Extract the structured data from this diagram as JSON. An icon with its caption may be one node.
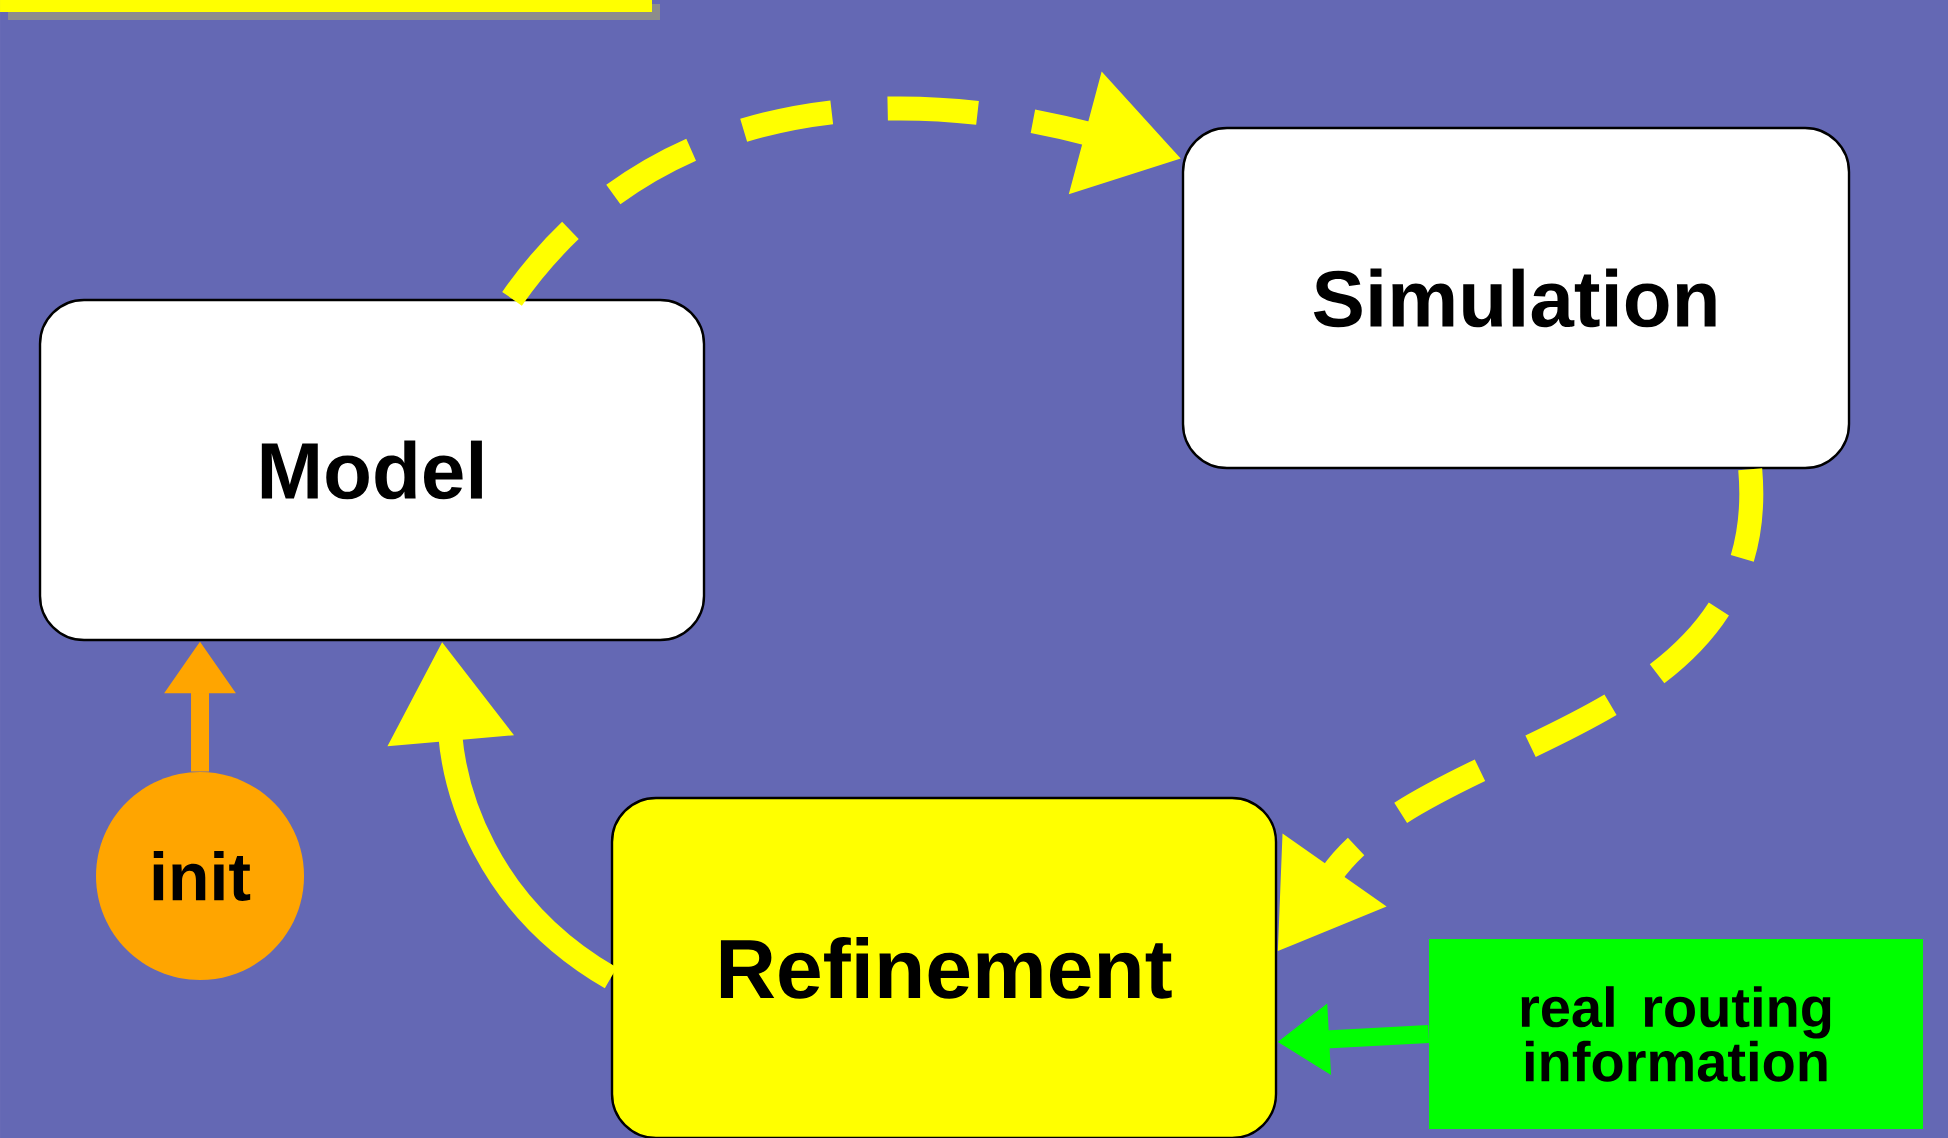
{
  "diagram": {
    "nodes": [
      {
        "text": [
          "Model"
        ]
      },
      {
        "text": [
          "Simulation"
        ]
      },
      {
        "text": [
          "Refinement"
        ]
      },
      {
        "text": [
          "init"
        ]
      },
      {
        "text": [
          "real routing information"
        ]
      }
    ],
    "edges": [
      {
        "from": 0,
        "to": 1,
        "arrow": "to",
        "style": "dashed"
      },
      {
        "from": 1,
        "to": 2,
        "arrow": "to",
        "style": "dashed"
      },
      {
        "from": 2,
        "to": 0,
        "arrow": "to"
      },
      {
        "from": 3,
        "to": 0,
        "arrow": "to",
        "color": "#ffa500"
      },
      {
        "from": 4,
        "to": 2,
        "arrow": "to",
        "color": "#00ff00"
      }
    ]
  }
}
